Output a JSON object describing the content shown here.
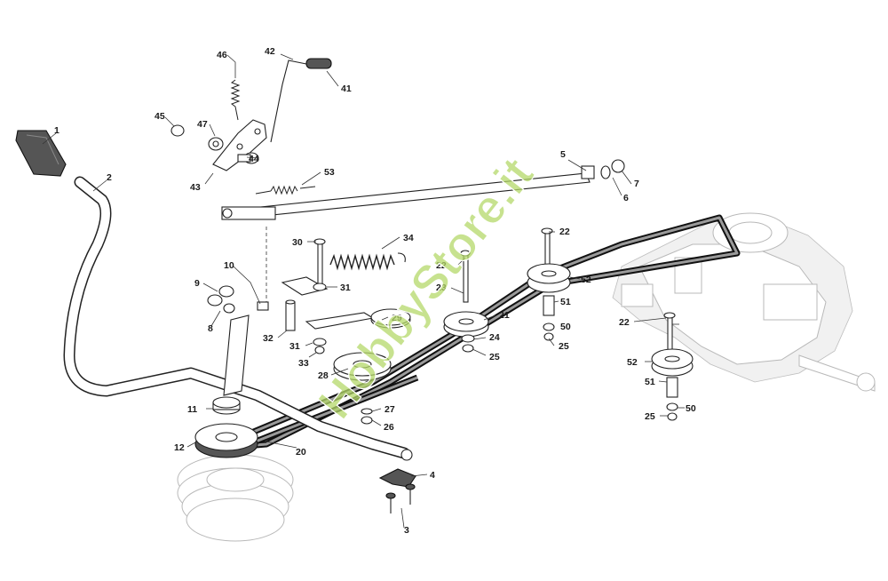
{
  "diagram": {
    "watermark": "HobbyStore.it",
    "callouts": [
      {
        "id": "c1",
        "text": "1"
      },
      {
        "id": "c2",
        "text": "2"
      },
      {
        "id": "c3",
        "text": "3"
      },
      {
        "id": "c4",
        "text": "4"
      },
      {
        "id": "c5",
        "text": "5"
      },
      {
        "id": "c6",
        "text": "6"
      },
      {
        "id": "c7",
        "text": "7"
      },
      {
        "id": "c8",
        "text": "8"
      },
      {
        "id": "c9",
        "text": "9"
      },
      {
        "id": "c10",
        "text": "10"
      },
      {
        "id": "c11",
        "text": "11"
      },
      {
        "id": "c12",
        "text": "12"
      },
      {
        "id": "c20",
        "text": "20"
      },
      {
        "id": "c21",
        "text": "21"
      },
      {
        "id": "c22a",
        "text": "22"
      },
      {
        "id": "c22b",
        "text": "22"
      },
      {
        "id": "c22c",
        "text": "22"
      },
      {
        "id": "c23",
        "text": "23"
      },
      {
        "id": "c24",
        "text": "24"
      },
      {
        "id": "c25a",
        "text": "25"
      },
      {
        "id": "c25b",
        "text": "25"
      },
      {
        "id": "c25c",
        "text": "25"
      },
      {
        "id": "c26",
        "text": "26"
      },
      {
        "id": "c27",
        "text": "27"
      },
      {
        "id": "c28",
        "text": "28"
      },
      {
        "id": "c29",
        "text": "29"
      },
      {
        "id": "c30",
        "text": "30"
      },
      {
        "id": "c31a",
        "text": "31"
      },
      {
        "id": "c31b",
        "text": "31"
      },
      {
        "id": "c32",
        "text": "32"
      },
      {
        "id": "c33",
        "text": "33"
      },
      {
        "id": "c34",
        "text": "34"
      },
      {
        "id": "c41",
        "text": "41"
      },
      {
        "id": "c42",
        "text": "42"
      },
      {
        "id": "c43",
        "text": "43"
      },
      {
        "id": "c44",
        "text": "44"
      },
      {
        "id": "c45",
        "text": "45"
      },
      {
        "id": "c46",
        "text": "46"
      },
      {
        "id": "c47",
        "text": "47"
      },
      {
        "id": "c50a",
        "text": "50"
      },
      {
        "id": "c50b",
        "text": "50"
      },
      {
        "id": "c51a",
        "text": "51"
      },
      {
        "id": "c51b",
        "text": "51"
      },
      {
        "id": "c52a",
        "text": "52"
      },
      {
        "id": "c52b",
        "text": "52"
      },
      {
        "id": "c53",
        "text": "53"
      }
    ]
  }
}
